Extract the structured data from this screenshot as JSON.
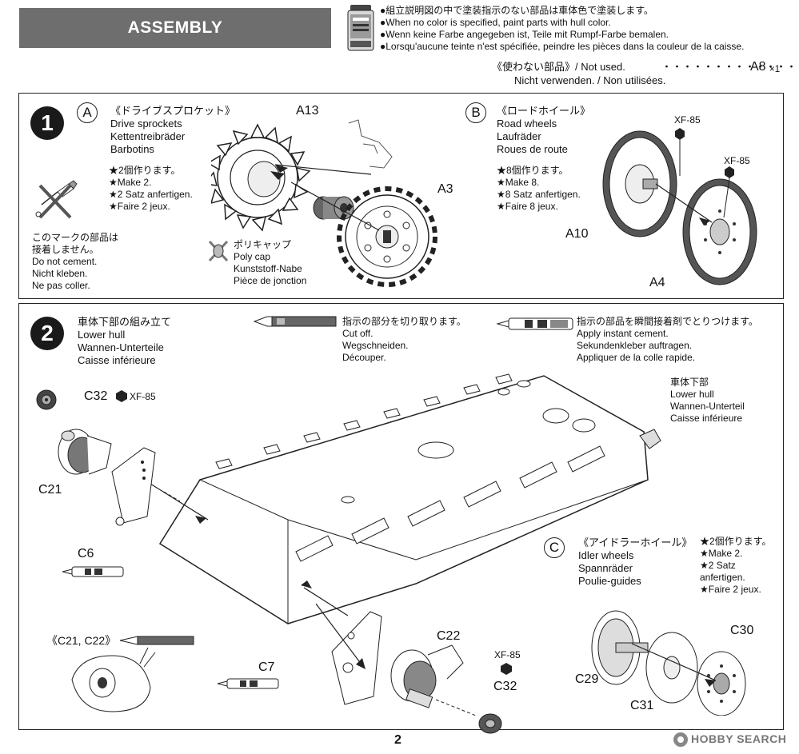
{
  "header": {
    "title": "ASSEMBLY",
    "paint_notes": [
      "●組立説明図の中で塗装指示のない部品は車体色で塗装します。",
      "●When no color is specified, paint parts with hull color.",
      "●Wenn keine Farbe angegeben ist, Teile mit Rumpf-Farbe bemalen.",
      "●Lorsqu'aucune teinte n'est spécifiée, peindre les pièces dans la couleur de la caisse."
    ],
    "not_used": {
      "line1": "《使わない部品》/ Not used.",
      "line2": "Nicht verwenden. / Non utilisées.",
      "dots": "・・・・・・・・・・・・・",
      "part": "A8",
      "qty": "×1"
    }
  },
  "step1": {
    "number": "1",
    "a": {
      "letter": "A",
      "title": "《ドライブスプロケット》\nDrive sprockets\nKettentreibräder\nBarbotins",
      "make": "★2個作ります。\n★Make 2.\n★2 Satz anfertigen.\n★Faire 2 jeux.",
      "parts": {
        "a13": "A13",
        "a3": "A3"
      },
      "polycap": "ポリキャップ\nPoly cap\nKunststoff-Nabe\nPièce de jonction",
      "no_cement": "このマークの部品は\n接着しません。\nDo not cement.\nNicht kleben.\nNe pas coller."
    },
    "b": {
      "letter": "B",
      "title": "《ロードホイール》\nRoad wheels\nLaufräder\nRoues de route",
      "make": "★8個作ります。\n★Make 8.\n★8 Satz anfertigen.\n★Faire 8 jeux.",
      "parts": {
        "a10": "A10",
        "a4": "A4"
      },
      "paint1": "XF-85",
      "paint2": "XF-85"
    }
  },
  "step2": {
    "number": "2",
    "title": "車体下部の組み立て\nLower hull\nWannen-Unterteile\nCaisse inférieure",
    "cut_off": "指示の部分を切り取ります。\nCut off.\nWegschneiden.\nDécouper.",
    "cement": "指示の部品を瞬間接着剤でとりつけます。\nApply instant cement.\nSekundenkleber auftragen.\nAppliquer de la colle rapide.",
    "hull_label": "車体下部\nLower hull\nWannen-Unterteil\nCaisse inférieure",
    "parts": {
      "c32_top": "C32",
      "c32_top_paint": "XF-85",
      "c21": "C21",
      "c6": "C6",
      "c21_c22": "《C21, C22》",
      "c7": "C7",
      "c22": "C22",
      "c32_bottom": "C32",
      "c32_bottom_paint": "XF-85"
    },
    "c": {
      "letter": "C",
      "title": "《アイドラーホイール》\nIdler wheels\nSpannräder\nPoulie-guides",
      "make": "★2個作ります。\n★Make 2.\n★2 Satz\nanfertigen.\n★Faire 2 jeux.",
      "parts": {
        "c29": "C29",
        "c30": "C30",
        "c31": "C31"
      }
    }
  },
  "footer": {
    "page_number": "2",
    "watermark": "HOBBY SEARCH"
  }
}
